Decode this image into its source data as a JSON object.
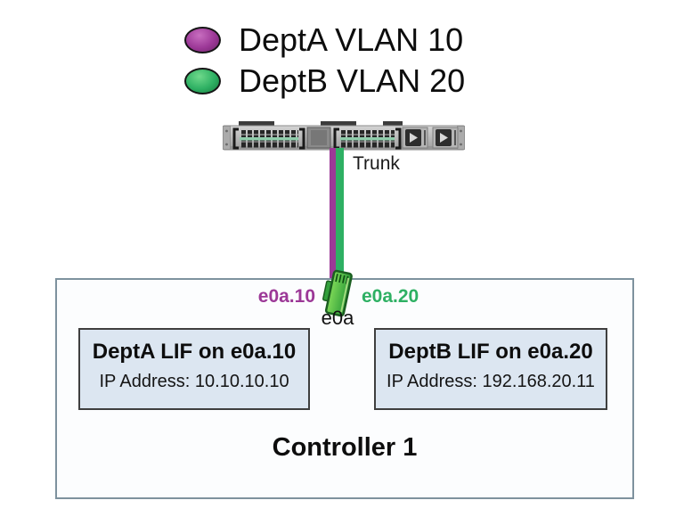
{
  "legend": {
    "items": [
      {
        "label": "DeptA VLAN 10",
        "color": "#9c3897",
        "icon": "purple-oval"
      },
      {
        "label": "DeptB VLAN 20",
        "color": "#2eb063",
        "icon": "green-oval"
      }
    ]
  },
  "network": {
    "trunk_label": "Trunk",
    "vlan_a_port_label": "e0a.10",
    "vlan_b_port_label": "e0a.20",
    "physical_port_label": "e0a"
  },
  "controller": {
    "title": "Controller 1",
    "lif_boxes": [
      {
        "title": "DeptA LIF on e0a.10",
        "ip_line": "IP Address: 10.10.10.10"
      },
      {
        "title": "DeptB LIF on e0a.20",
        "ip_line": "IP Address: 192.168.20.11"
      }
    ]
  },
  "colors": {
    "vlan_a_purple": "#9c3897",
    "vlan_b_green": "#2eb063",
    "lif_box_background": "#dce6f1",
    "lif_box_border": "#3f3f3f",
    "controller_border": "#7e929e",
    "connector_green": "#44b03c"
  }
}
